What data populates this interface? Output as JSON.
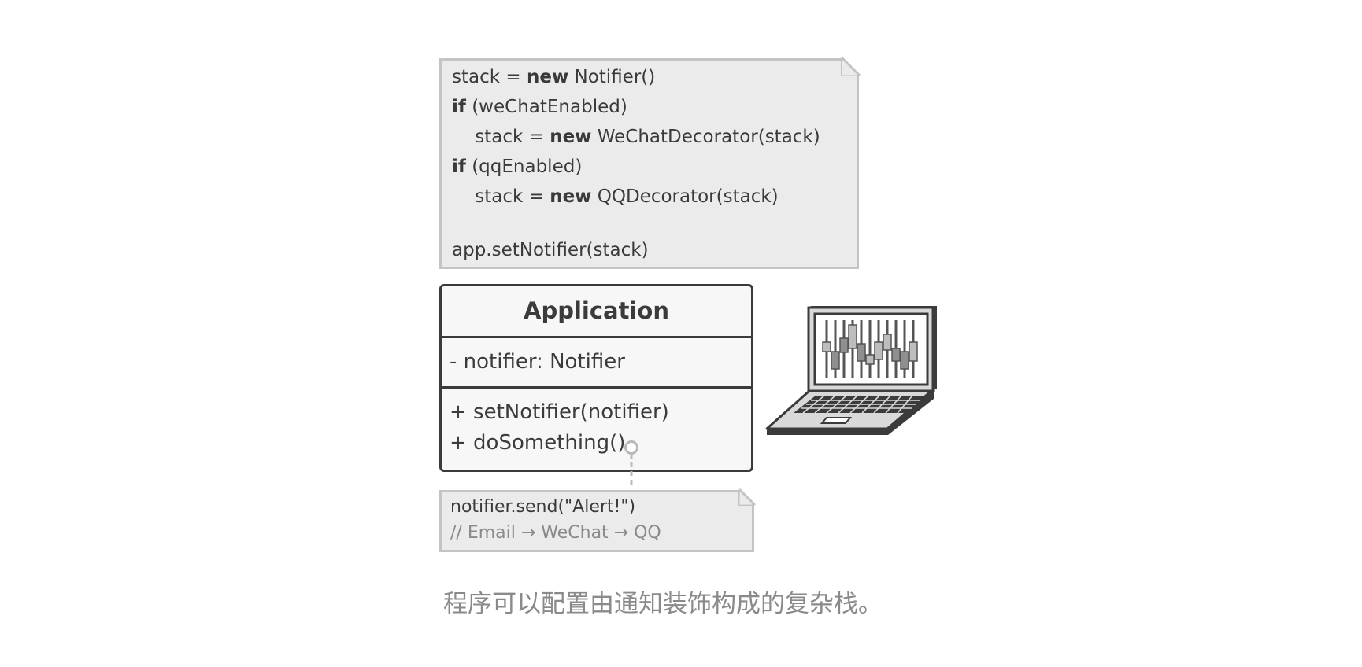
{
  "code_note": {
    "lines": [
      {
        "pre": "stack = ",
        "kw": "new",
        "post": " Notifier()"
      },
      {
        "pre": "",
        "kw": "if",
        "post": " (weChatEnabled)"
      },
      {
        "pre": "    stack = ",
        "kw": "new",
        "post": " WeChatDecorator(stack)"
      },
      {
        "pre": "",
        "kw": "if",
        "post": " (qqEnabled)"
      },
      {
        "pre": "    stack = ",
        "kw": "new",
        "post": " QQDecorator(stack)"
      },
      {
        "pre": "app.setNotifier(stack)",
        "kw": "",
        "post": ""
      }
    ]
  },
  "application_class": {
    "name": "Application",
    "fields": [
      "- notifier: Notifier"
    ],
    "methods": [
      "+ setNotifier(notifier)",
      "+ doSomething()"
    ]
  },
  "method_note": {
    "line1": "notifier.send(\"Alert!\")",
    "line2": "// Email → WeChat → QQ"
  },
  "laptop_icon": "laptop-equalizer-icon",
  "caption": "程序可以配置由通知装饰构成的复杂栈。",
  "colors": {
    "note_bg": "#ebebeb",
    "note_border": "#c4c4c4",
    "uml_border": "#3b3b3b",
    "uml_bg": "#f7f7f7",
    "comment": "#8a8a8a",
    "caption": "#8a8a8a"
  }
}
